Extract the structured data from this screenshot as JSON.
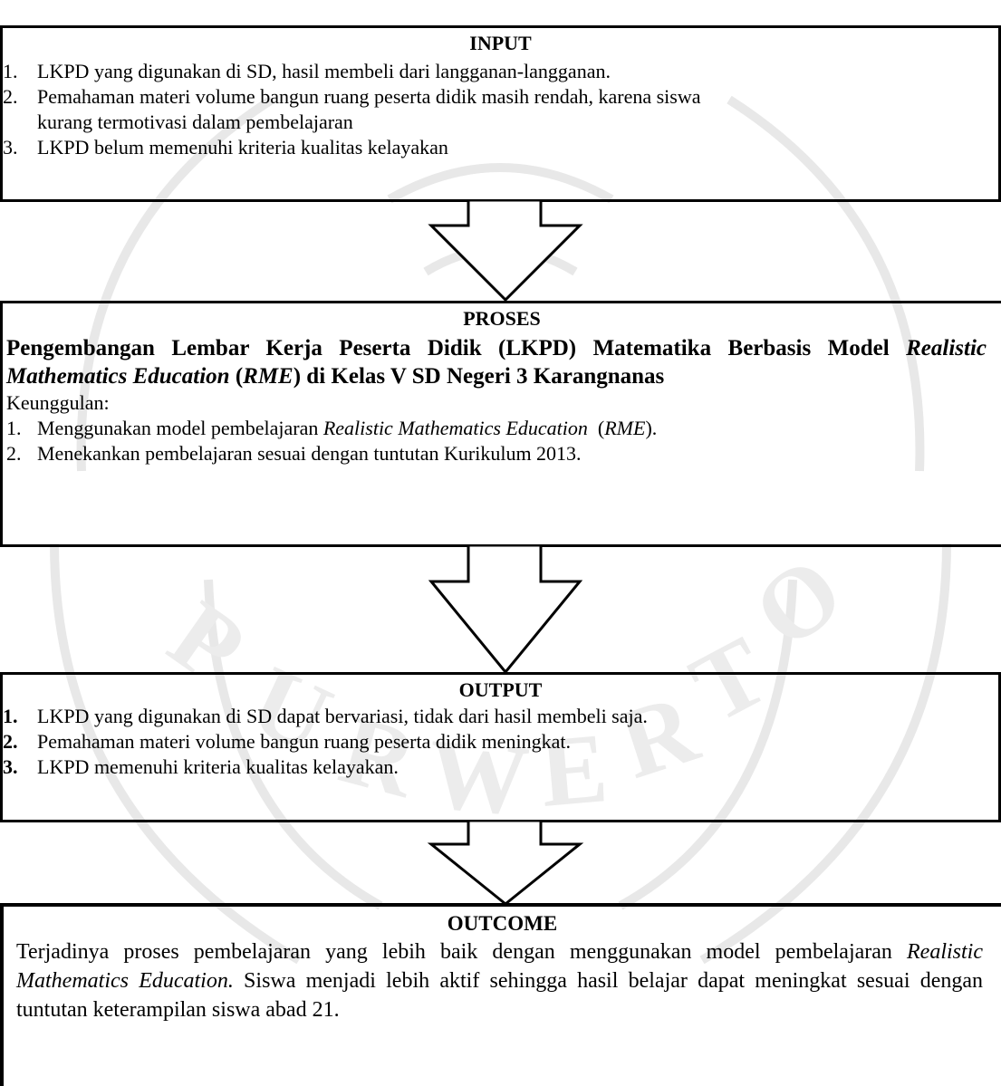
{
  "input": {
    "title": "INPUT",
    "items": [
      {
        "num": "1.",
        "lines": [
          "LKPD yang digunakan di SD, hasil membeli dari langganan-langganan."
        ]
      },
      {
        "num": "2.",
        "lines": [
          "Pemahaman materi volume bangun ruang peserta didik masih rendah, karena siswa",
          "kurang termotivasi dalam pembelajaran"
        ]
      },
      {
        "num": "3.",
        "lines": [
          "LKPD belum memenuhi kriteria kualitas kelayakan"
        ]
      }
    ]
  },
  "proses": {
    "title": "PROSES",
    "heading_part1": "Pengembangan Lembar Kerja Peserta Didik (LKPD) Matematika Berbasis Model ",
    "heading_italic1": "Realistic Mathematics Education",
    "heading_part2": " (",
    "heading_italic2": "RME",
    "heading_part3": ") di Kelas V SD Negeri 3 Karangnanas",
    "keunggulan_label": "Keunggulan:",
    "item1_num": "1.",
    "item1_pre": "Menggunakan model pembelajaran ",
    "item1_italic": "Realistic Mathematics Education",
    "item1_mid": "  (",
    "item1_italic2": "RME",
    "item1_post": ").",
    "item2_num": "2.",
    "item2_text": "Menekankan pembelajaran sesuai dengan tuntutan Kurikulum 2013."
  },
  "output": {
    "title": "OUTPUT",
    "items": [
      {
        "num": "1.",
        "text": "LKPD yang digunakan di SD dapat bervariasi, tidak dari hasil membeli saja."
      },
      {
        "num": "2.",
        "text": "Pemahaman materi volume bangun ruang peserta didik meningkat."
      },
      {
        "num": "3.",
        "text": "LKPD memenuhi kriteria kualitas kelayakan."
      }
    ]
  },
  "outcome": {
    "title": "OUTCOME",
    "text_pre": "Terjadinya proses pembelajaran yang lebih baik dengan menggunakan model pembelajaran ",
    "text_italic": "Realistic Mathematics Education.",
    "text_post": " Siswa menjadi lebih aktif sehingga hasil belajar dapat meningkat sesuai dengan tuntutan keterampilan siswa abad 21."
  },
  "colors": {
    "border": "#000000",
    "watermark": "#e6e6e6"
  },
  "icons": {
    "arrow": "down-arrow-icon",
    "watermark": "university-seal-watermark"
  }
}
